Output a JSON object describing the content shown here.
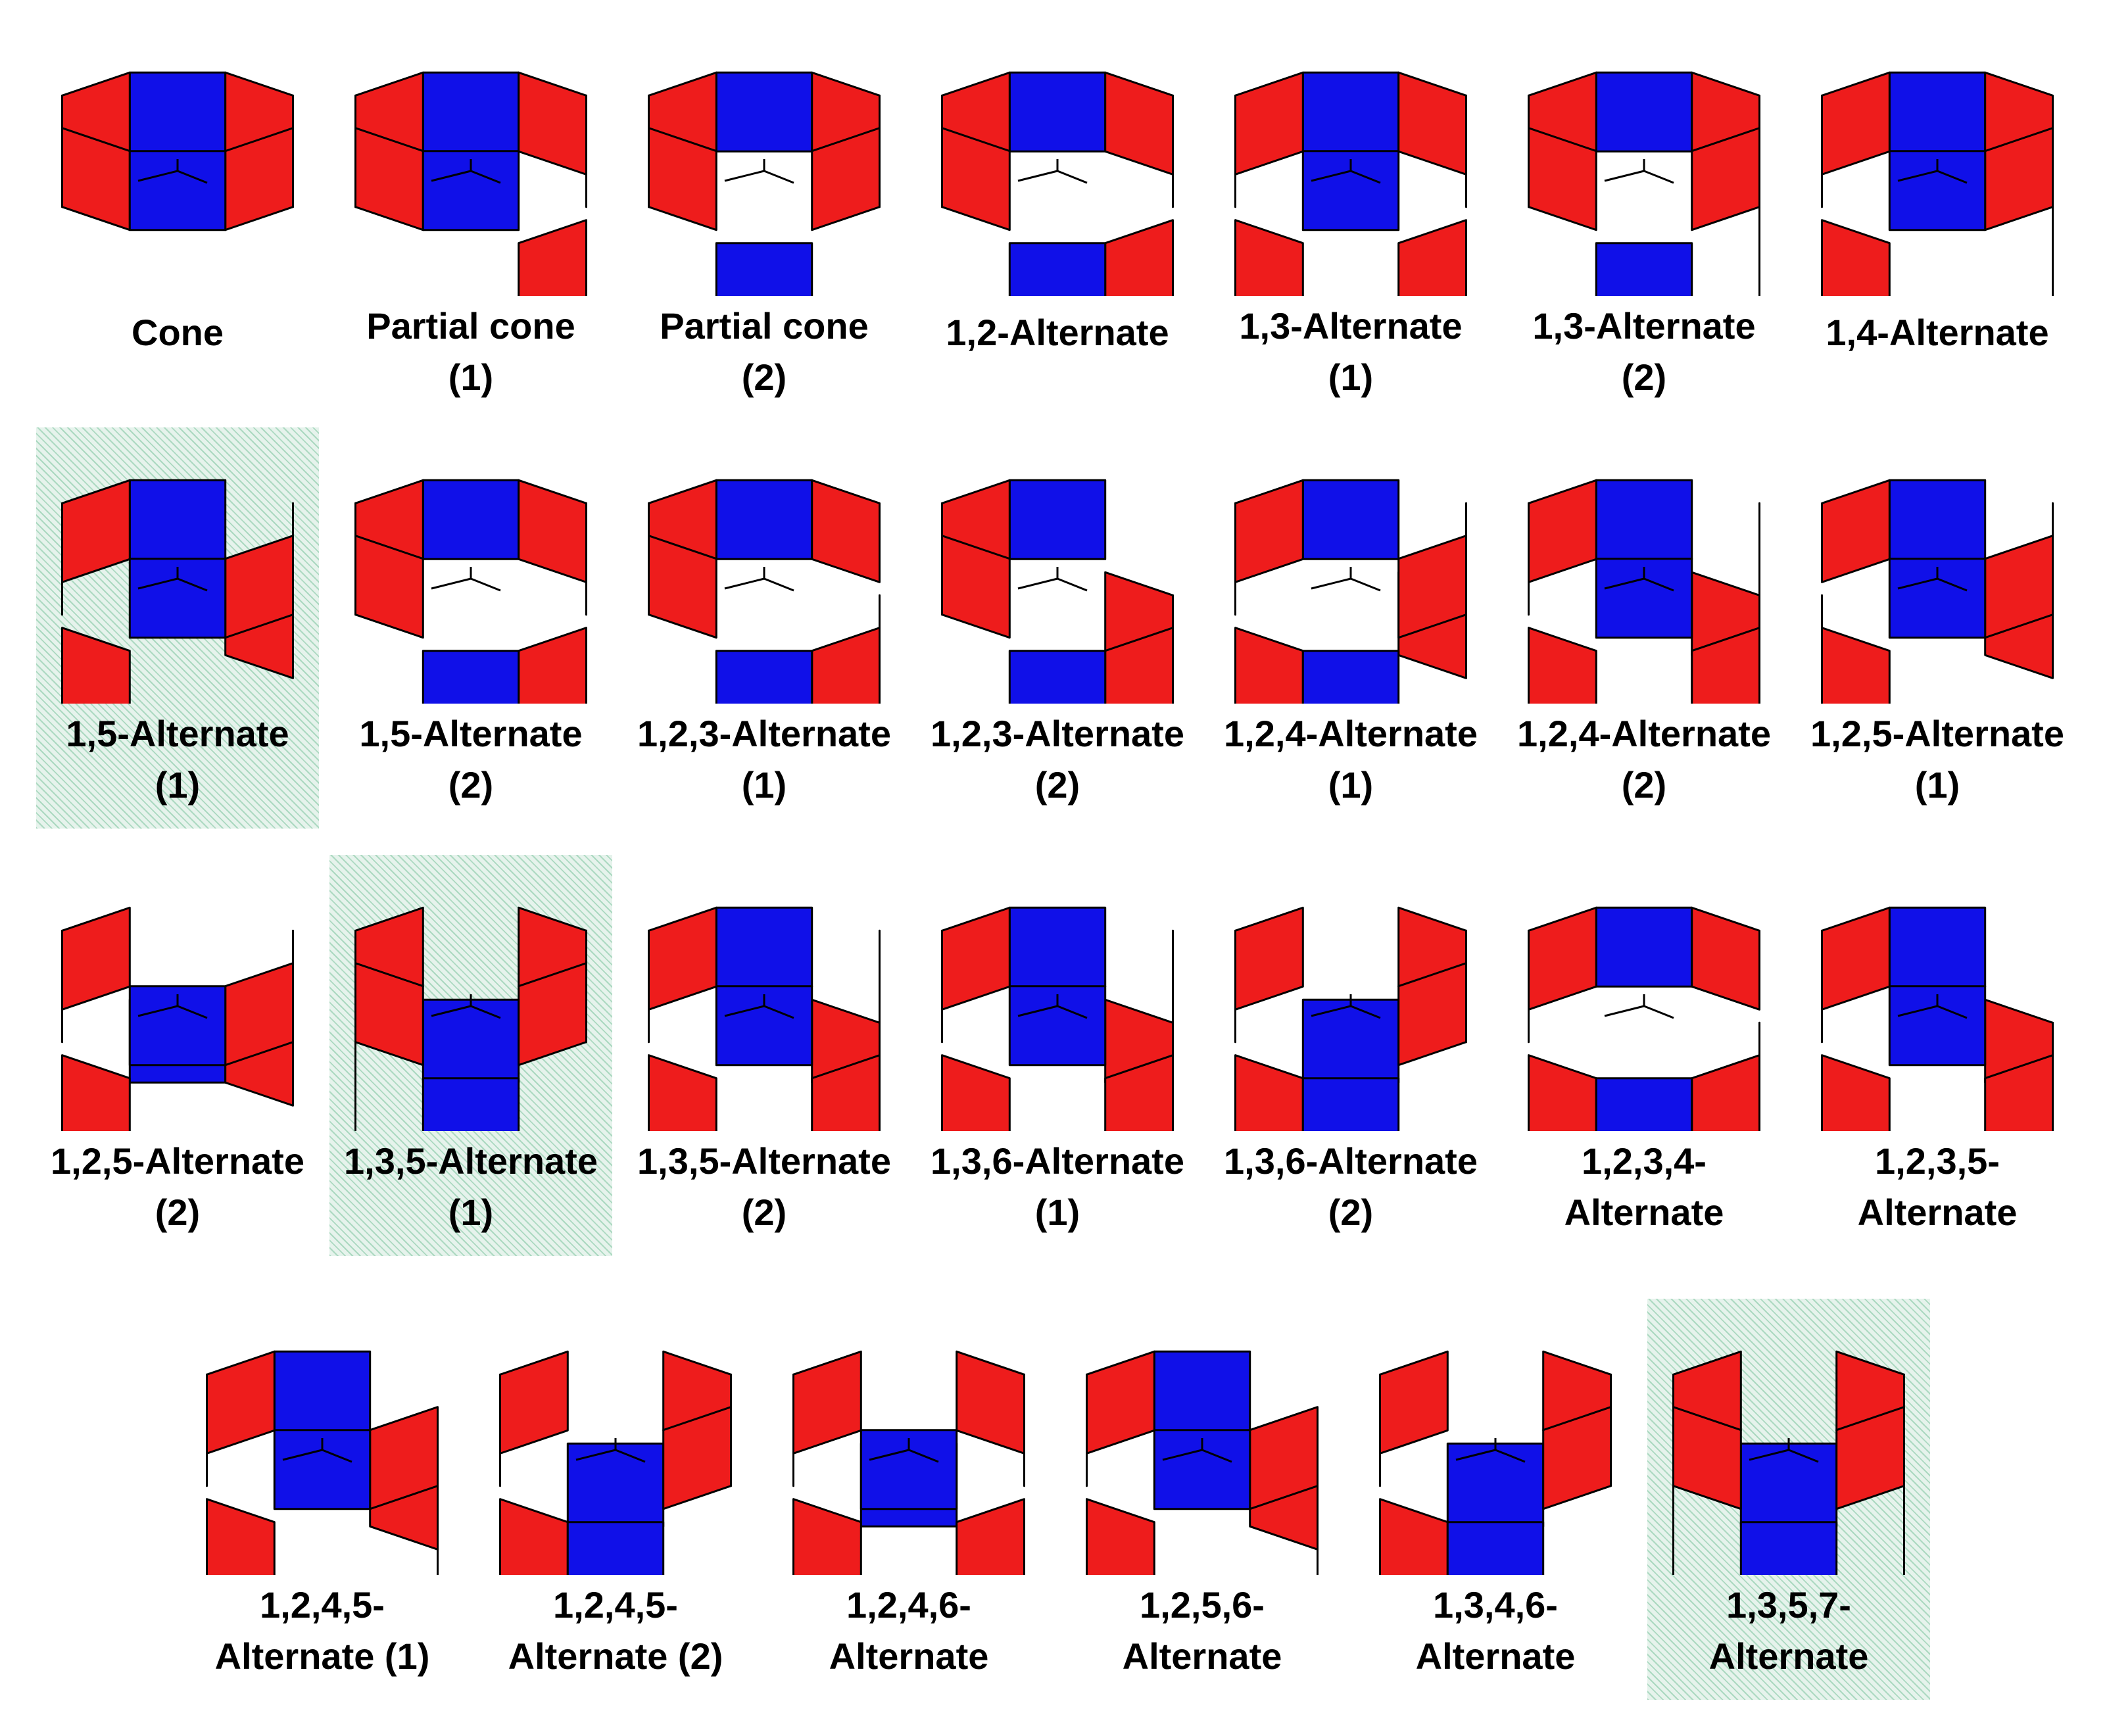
{
  "colors": {
    "red": "#ee1c1c",
    "blue": "#1010e8",
    "outline": "#000000",
    "highlight": "#dff0e6"
  },
  "rows": [
    [
      {
        "line1": "Cone",
        "line2": "",
        "down": [],
        "highlight": false
      },
      {
        "line1": "Partial cone",
        "line2": "(1)",
        "down": [
          4
        ],
        "highlight": false
      },
      {
        "line1": "Partial cone",
        "line2": "(2)",
        "down": [
          5
        ],
        "highlight": false
      },
      {
        "line1": "1,2-Alternate",
        "line2": "",
        "down": [
          4,
          5
        ],
        "highlight": false
      },
      {
        "line1": "1,3-Alternate",
        "line2": "(1)",
        "down": [
          4,
          6
        ],
        "highlight": false
      },
      {
        "line1": "1,3-Alternate",
        "line2": "(2)",
        "down": [
          3,
          5
        ],
        "highlight": false
      },
      {
        "line1": "1,4-Alternate",
        "line2": "",
        "down": [
          3,
          6
        ],
        "highlight": false
      }
    ],
    [
      {
        "line1": "1,5-Alternate",
        "line2": "(1)",
        "down": [
          2,
          6
        ],
        "highlight": true
      },
      {
        "line1": "1,5-Alternate",
        "line2": "(2)",
        "down": [
          4,
          5
        ],
        "highlight": false
      },
      {
        "line1": "1,2,3-Alternate",
        "line2": "(1)",
        "down": [
          3,
          4,
          5
        ],
        "highlight": false
      },
      {
        "line1": "1,2,3-Alternate",
        "line2": "(2)",
        "down": [
          2,
          3,
          4,
          5
        ],
        "highlight": false
      },
      {
        "line1": "1,2,4-Alternate",
        "line2": "(1)",
        "down": [
          2,
          5,
          6
        ],
        "highlight": false
      },
      {
        "line1": "1,2,4-Alternate",
        "line2": "(2)",
        "down": [
          2,
          4,
          6
        ],
        "highlight": false
      },
      {
        "line1": "1,2,5-Alternate",
        "line2": "(1)",
        "down": [
          2,
          6,
          7
        ],
        "highlight": false
      }
    ],
    [
      {
        "line1": "1,2,5-Alternate",
        "line2": "(2)",
        "down": [
          1,
          2,
          6
        ],
        "highlight": false
      },
      {
        "line1": "1,3,5-Alternate",
        "line2": "(1)",
        "down": [
          1,
          5,
          7
        ],
        "highlight": true
      },
      {
        "line1": "1,3,5-Alternate",
        "line2": "(2)",
        "down": [
          2,
          4,
          6
        ],
        "highlight": false
      },
      {
        "line1": "1,3,6-Alternate",
        "line2": "(1)",
        "down": [
          2,
          4,
          6
        ],
        "highlight": false
      },
      {
        "line1": "1,3,6-Alternate",
        "line2": "(2)",
        "down": [
          1,
          5,
          6
        ],
        "highlight": false
      },
      {
        "line1": "1,2,3,4-",
        "line2": "Alternate",
        "down": [
          3,
          4,
          5,
          6
        ],
        "highlight": false
      },
      {
        "line1": "1,2,3,5-",
        "line2": "Alternate",
        "down": [
          2,
          3,
          4,
          6
        ],
        "highlight": false
      }
    ],
    [
      {
        "line1": "1,2,4,5-",
        "line2": "Alternate (1)",
        "down": [
          2,
          3,
          6
        ],
        "highlight": false
      },
      {
        "line1": "1,2,4,5-",
        "line2": "Alternate (2)",
        "down": [
          1,
          5,
          6
        ],
        "highlight": false
      },
      {
        "line1": "1,2,4,6-",
        "line2": "Alternate",
        "down": [
          1,
          4,
          6
        ],
        "highlight": false
      },
      {
        "line1": "1,2,5,6-",
        "line2": "Alternate",
        "down": [
          2,
          3,
          6
        ],
        "highlight": false
      },
      {
        "line1": "1,3,4,6-",
        "line2": "Alternate",
        "down": [
          1,
          5,
          6
        ],
        "highlight": false
      },
      {
        "line1": "1,3,5,7-",
        "line2": "Alternate",
        "down": [
          1,
          3,
          5,
          7
        ],
        "highlight": true
      }
    ]
  ]
}
